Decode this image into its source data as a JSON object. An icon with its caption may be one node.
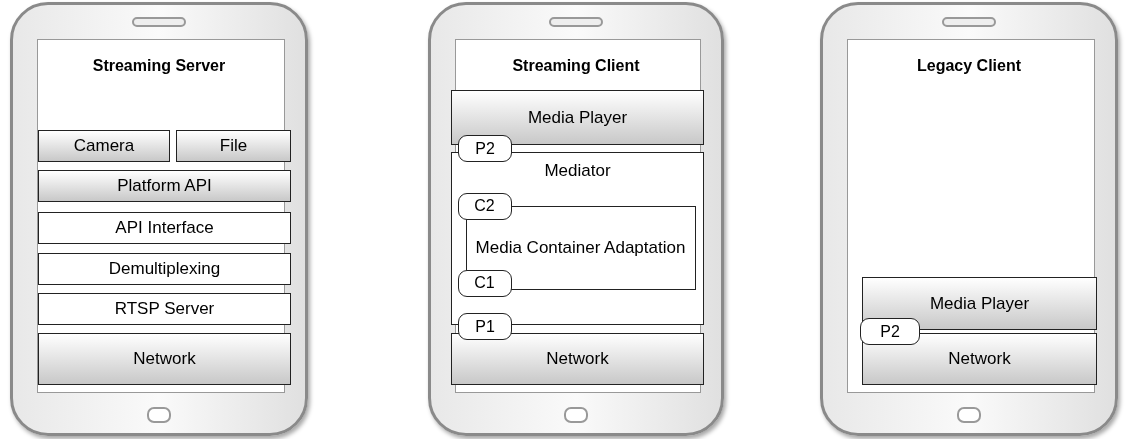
{
  "diagram": {
    "nodes": [
      {
        "text": [
          "Streaming Server"
        ]
      },
      {
        "text": [
          "Camera"
        ],
        "in": 0
      },
      {
        "text": [
          "File"
        ],
        "in": 0
      },
      {
        "text": [
          "Platform API"
        ],
        "in": 0
      },
      {
        "text": [
          "API Interface"
        ],
        "in": 0
      },
      {
        "text": [
          "Demultiplexing"
        ],
        "in": 0
      },
      {
        "text": [
          "RTSP Server"
        ],
        "in": 0
      },
      {
        "text": [
          "Network"
        ],
        "in": 0
      },
      {
        "text": [
          "Streaming Client"
        ]
      },
      {
        "text": [
          "Media Player"
        ],
        "in": 8
      },
      {
        "text": [
          "P2"
        ],
        "in": 8
      },
      {
        "text": [
          "Mediator"
        ],
        "in": 8
      },
      {
        "text": [
          "C2"
        ],
        "in": 11
      },
      {
        "text": [
          "Media Container Adaptation"
        ],
        "in": 11
      },
      {
        "text": [
          "C1"
        ],
        "in": 11
      },
      {
        "text": [
          "P1"
        ],
        "in": 8
      },
      {
        "text": [
          "Network"
        ],
        "in": 8
      },
      {
        "text": [
          "Legacy Client"
        ]
      },
      {
        "text": [
          "Media Player"
        ],
        "in": 17
      },
      {
        "text": [
          "P2"
        ],
        "in": 17
      },
      {
        "text": [
          "Network"
        ],
        "in": 17
      }
    ]
  }
}
